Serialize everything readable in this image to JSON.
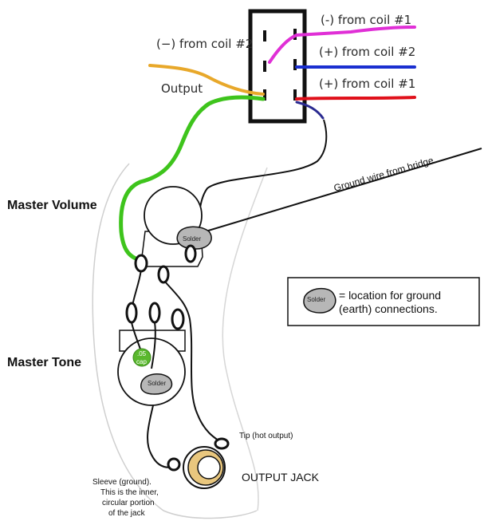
{
  "switch_labels": {
    "minus_coil1": "(-) from coil #1",
    "plus_coil2": "(+) from coil #2",
    "plus_coil1": "(+) from coil #1",
    "minus_coil2": "(−) from coil #2",
    "output": "Output"
  },
  "ground_wire": "Ground wire from bridge",
  "master_volume": "Master Volume",
  "master_tone": "Master Tone",
  "solder": "Solder",
  "cap_line1": ".05",
  "cap_line2": "cap",
  "legend": {
    "solder": "Solder",
    "line1": "= location for ground",
    "line2": "(earth) connections."
  },
  "tip": "Tip (hot output)",
  "output_jack": "OUTPUT JACK",
  "sleeve": {
    "line1": "Sleeve (ground).",
    "line2": "This is the inner,",
    "line3": "circular portion",
    "line4": "of the jack"
  },
  "colors": {
    "magenta": "#e02fd6",
    "blue": "#1a2fd0",
    "red": "#e0101a",
    "orange": "#e8a82a",
    "green": "#3ec41c",
    "solder_gray": "#b7b7b7",
    "cap_green": "#5ab82e"
  }
}
